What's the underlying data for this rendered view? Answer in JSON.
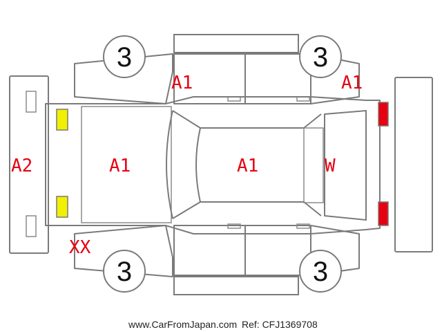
{
  "wheels": {
    "front_left": "3",
    "front_right": "3",
    "rear_left": "3",
    "rear_right": "3"
  },
  "damage_codes": {
    "front_bumper": "A2",
    "hood": "A1",
    "roof": "A1",
    "rear_left_quarter": "A1",
    "front_left_fender": "A1",
    "rear_window": "W",
    "front_right_corner": "XX"
  },
  "light_colors": {
    "front": "#f0f000",
    "rear": "#e60012"
  },
  "footer": {
    "site": "www.CarFromJapan.com",
    "ref": "Ref: CFJ1369708"
  }
}
